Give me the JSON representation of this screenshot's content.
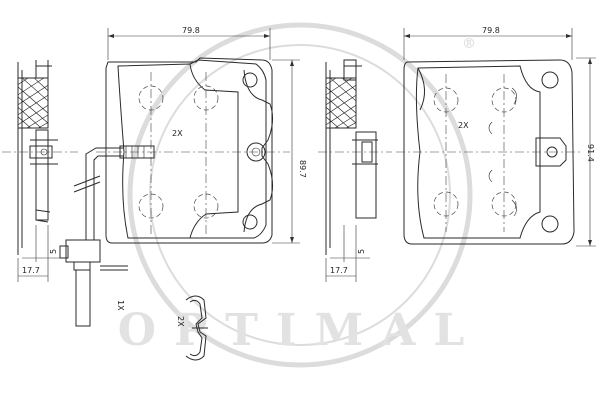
{
  "watermark": {
    "text": "OPTIMAL",
    "registered_mark": "®"
  },
  "left_pad": {
    "width_label": "79.8",
    "height_label": "89.7",
    "side_offset_label": "5",
    "thickness_label": "17.7",
    "quantity_label": "2X",
    "sensor_quantity_label": "1X",
    "clip_quantity_label": "2X"
  },
  "right_pad": {
    "width_label": "79.8",
    "height_label": "91.4",
    "side_offset_label": "5",
    "thickness_label": "17.7",
    "quantity_label": "2X"
  }
}
